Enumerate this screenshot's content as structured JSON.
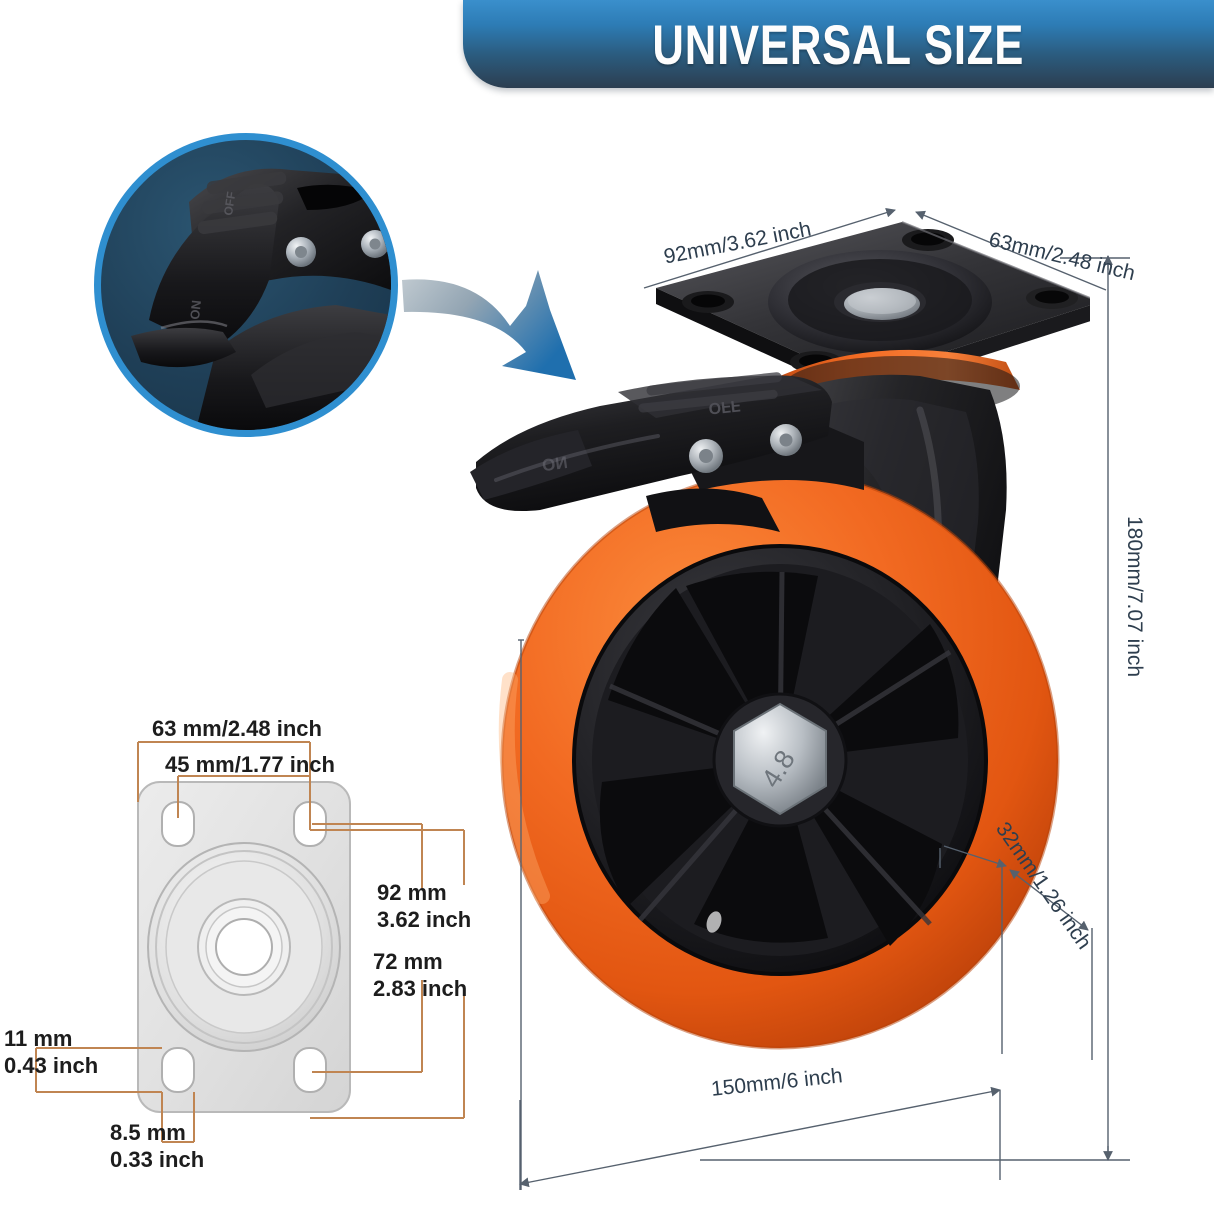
{
  "banner": {
    "title": "UNIVERSAL SIZE"
  },
  "inset": {
    "name": "brake-lever-closeup",
    "label_on": "ON",
    "label_off": "OFF",
    "ring_color": "#2f8fd0",
    "background_color": "#1f3f57"
  },
  "arrow": {
    "name": "pointer-arrow",
    "color_start": "#b9c3ca",
    "color_end": "#1f6fae"
  },
  "product": {
    "name": "swivel-caster-with-brake",
    "wheel_color": "#f26a22",
    "hub_color": "#2a2a2a",
    "frame_color": "#1c1c1c",
    "bolt_label": "4.8",
    "brake_label_on": "ON",
    "brake_label_off": "OFF"
  },
  "dimensions_product": [
    {
      "id": "plate-length",
      "label": "92mm/3.62 inch"
    },
    {
      "id": "plate-width",
      "label": "63mm/2.48 inch"
    },
    {
      "id": "total-height",
      "label": "180mm/7.07 inch"
    },
    {
      "id": "wheel-width",
      "label": "32mm/1.26 inch"
    },
    {
      "id": "wheel-diameter",
      "label": "150mm/6 inch"
    }
  ],
  "dimensions_plate": [
    {
      "id": "hole-spacing-outer",
      "line1": "63 mm/2.48 inch",
      "line2": ""
    },
    {
      "id": "hole-spacing-inner",
      "line1": "45 mm/1.77 inch",
      "line2": ""
    },
    {
      "id": "plate-height",
      "line1": "92 mm",
      "line2": "3.62 inch"
    },
    {
      "id": "hole-span-vertical",
      "line1": "72 mm",
      "line2": "2.83 inch"
    },
    {
      "id": "slot-length",
      "line1": "11 mm",
      "line2": "0.43 inch"
    },
    {
      "id": "slot-width",
      "line1": "8.5 mm",
      "line2": "0.33 inch"
    }
  ],
  "colors": {
    "dimension_line_product": "#56616e",
    "dimension_line_plate": "#c08552",
    "text_product": "#2e3e4e",
    "text_plate": "#1d1d1d",
    "plate_fill": "#e3e3e3",
    "accent_orange": "#f26a22",
    "banner_top": "#3a8fcc",
    "banner_bottom": "#2c3e50"
  }
}
